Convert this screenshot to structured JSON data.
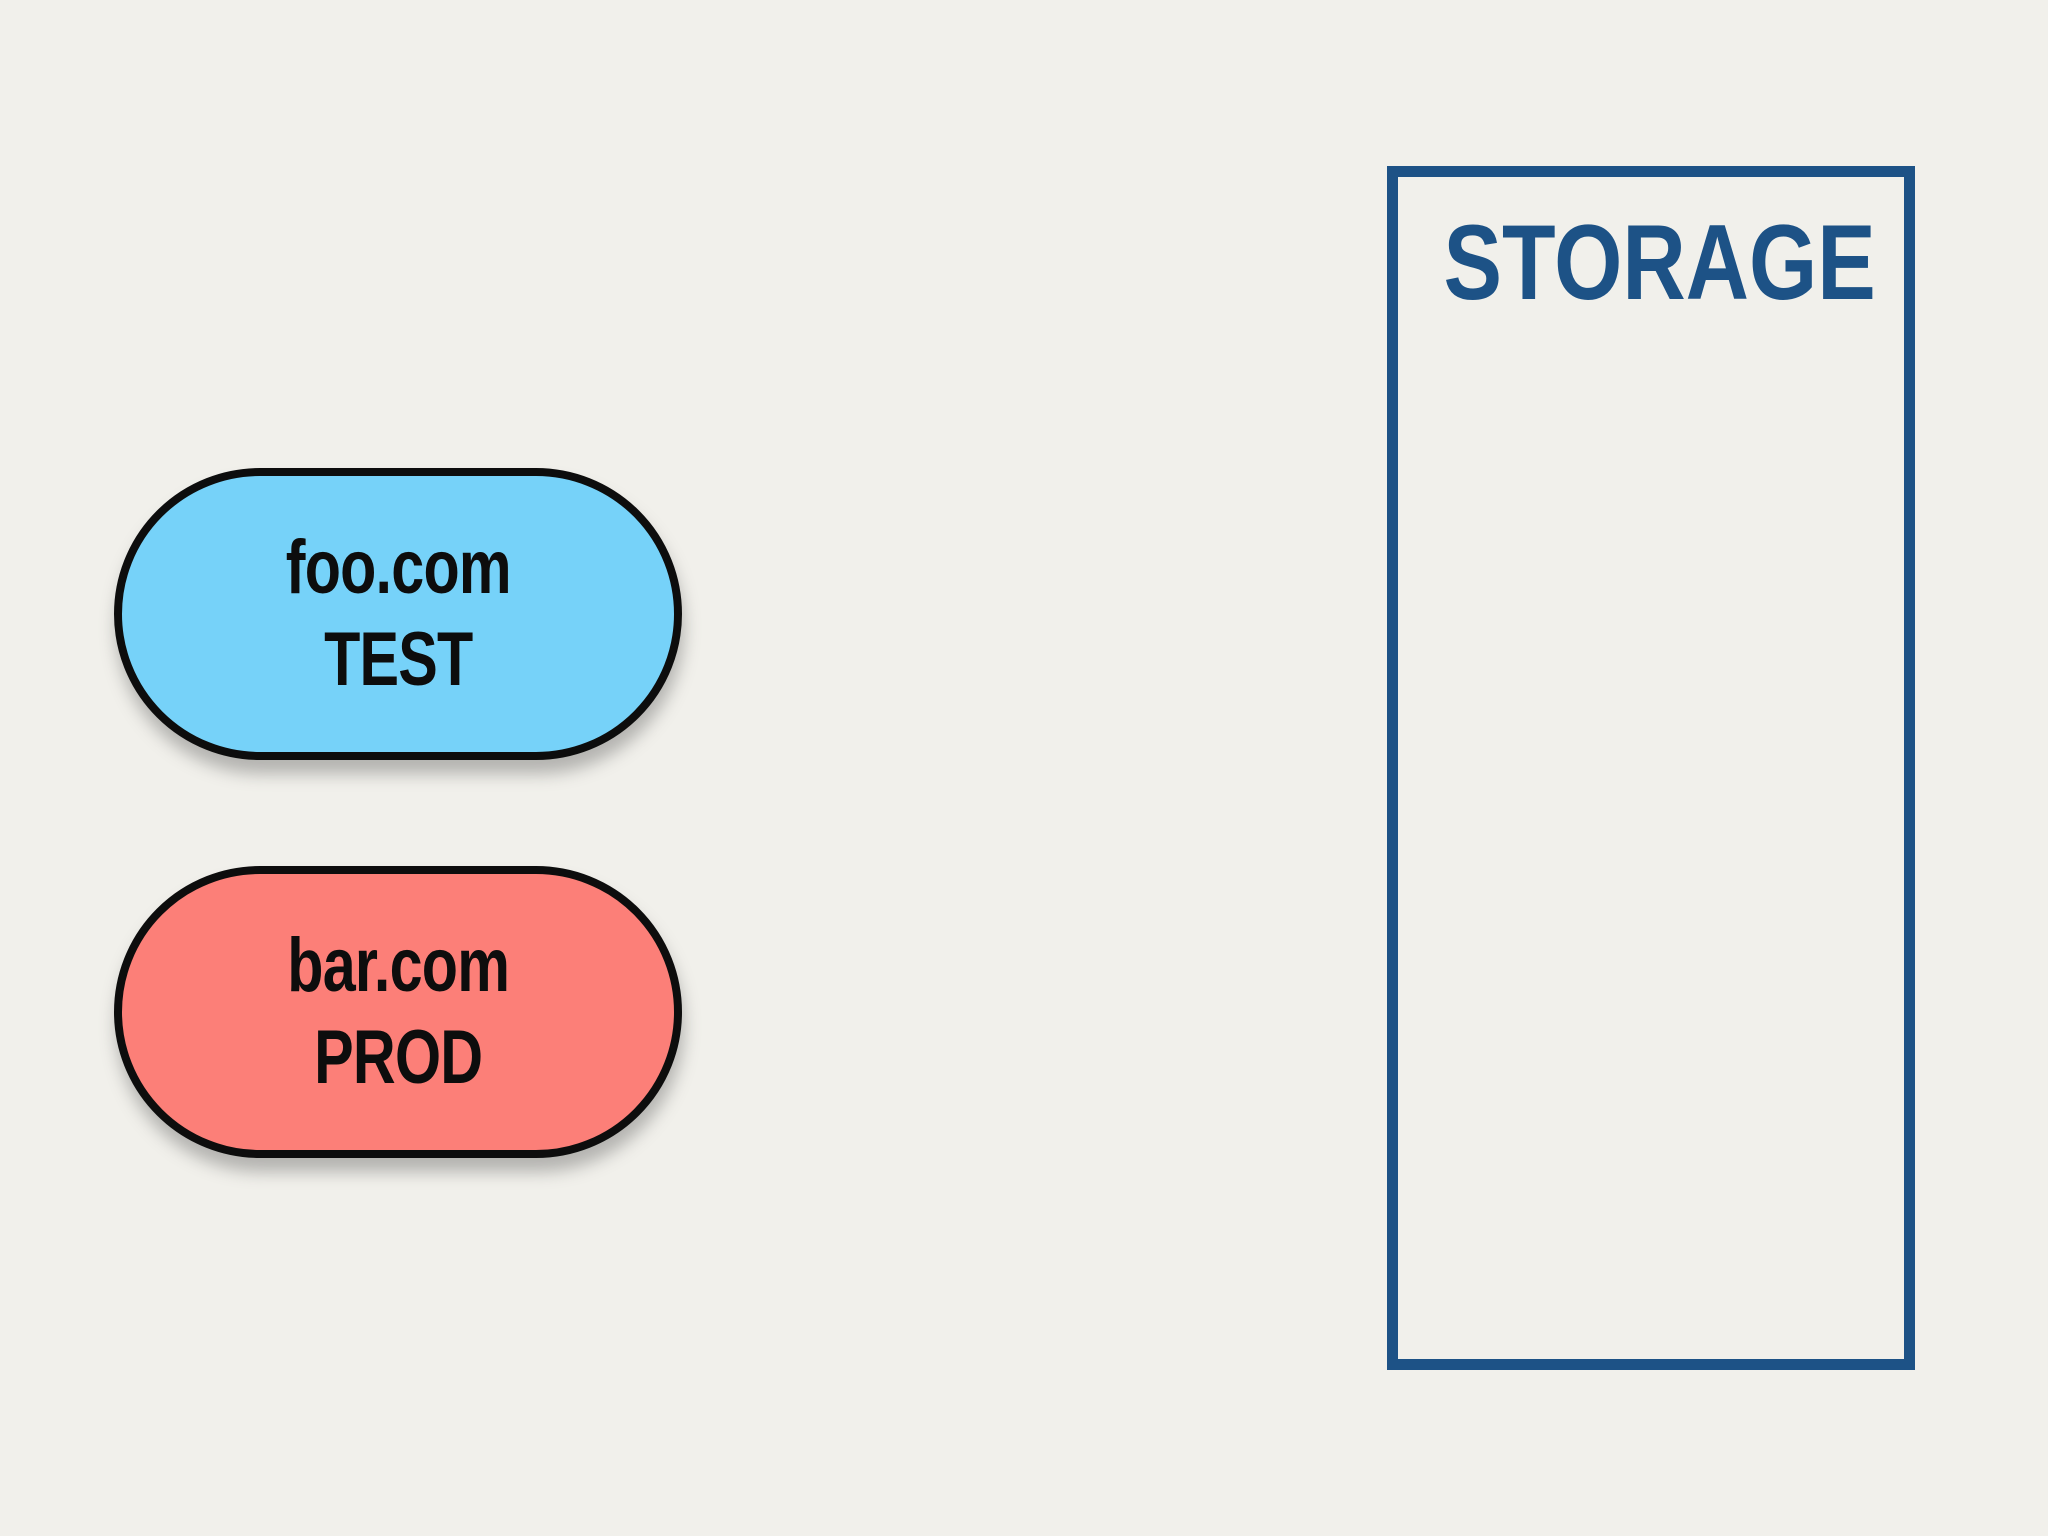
{
  "canvas": {
    "background": "#F1F0EB"
  },
  "nodes": [
    {
      "id": "foo-test",
      "line1": "foo.com",
      "line2": "TEST",
      "fill": "#76D2F9",
      "border_color": "#0D0D0D",
      "text_color": "#0D0D0D"
    },
    {
      "id": "bar-prod",
      "line1": "bar.com",
      "line2": "PROD",
      "fill": "#FC7F78",
      "border_color": "#0D0D0D",
      "text_color": "#0D0D0D"
    }
  ],
  "storage": {
    "title": "STORAGE",
    "border_color": "#1D5286",
    "title_color": "#1D5286"
  }
}
